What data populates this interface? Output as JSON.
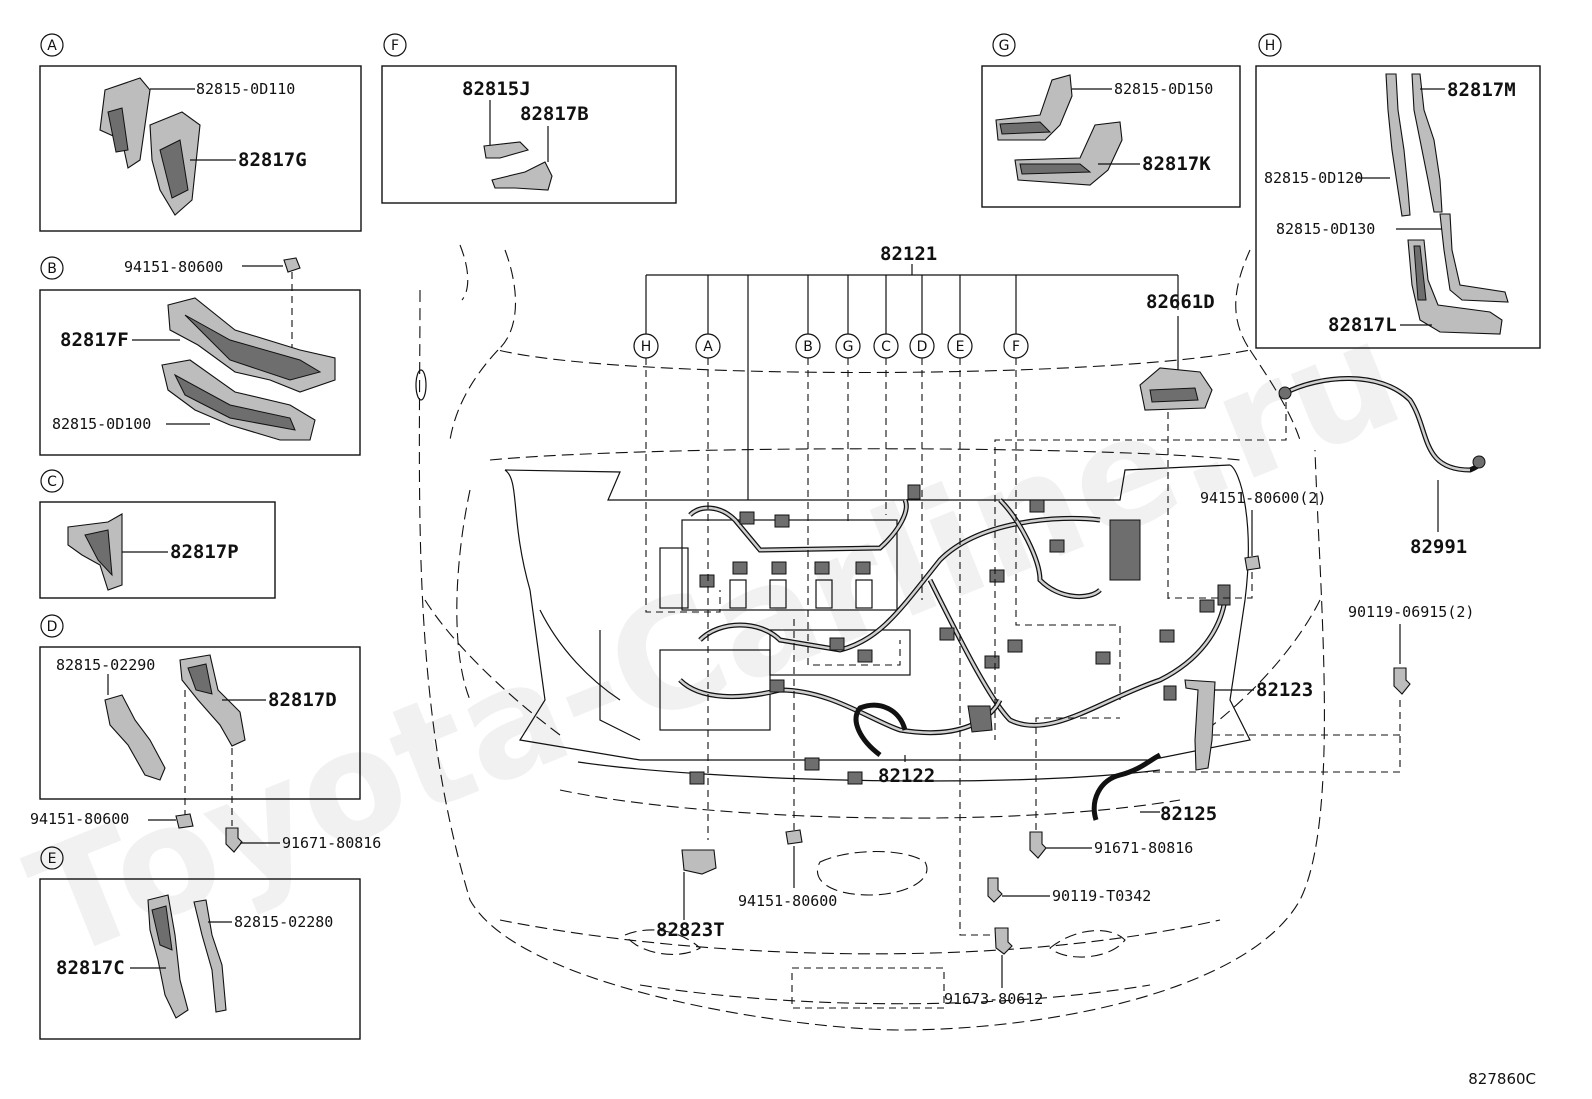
{
  "watermark": "Toyota-Carline.ru",
  "diagram_code": "827860C",
  "insets": {
    "A": {
      "letter": "A",
      "labels": [
        "82815-0D110",
        "82817G"
      ]
    },
    "B": {
      "letter": "B",
      "labels": [
        "94151-80600",
        "82817F",
        "82815-0D100"
      ]
    },
    "C": {
      "letter": "C",
      "labels": [
        "82817P"
      ]
    },
    "D": {
      "letter": "D",
      "labels": [
        "82815-02290",
        "82817D",
        "94151-80600",
        "91671-80816"
      ]
    },
    "E": {
      "letter": "E",
      "labels": [
        "82815-02280",
        "82817C"
      ]
    },
    "F": {
      "letter": "F",
      "labels": [
        "82815J",
        "82817B"
      ]
    },
    "G": {
      "letter": "G",
      "labels": [
        "82815-0D150",
        "82817K"
      ]
    },
    "H": {
      "letter": "H",
      "labels": [
        "82817M",
        "82815-0D120",
        "82815-0D130",
        "82817L"
      ]
    }
  },
  "main": {
    "harness_label": "82121",
    "callouts": [
      "H",
      "A",
      "B",
      "G",
      "C",
      "D",
      "E",
      "F"
    ],
    "labels": {
      "relay_block": "82661D",
      "ground_cable": "82991",
      "nut_94151_2": "94151-80600(2)",
      "bolt_90119_2": "90119-06915(2)",
      "wire_82123": "82123",
      "wire_82122": "82122",
      "wire_82125": "82125",
      "bolt_91671": "91671-80816",
      "bolt_90119": "90119-T0342",
      "nut_94151": "94151-80600",
      "clamp_82823": "82823T",
      "bolt_91673": "91673-80612"
    }
  }
}
